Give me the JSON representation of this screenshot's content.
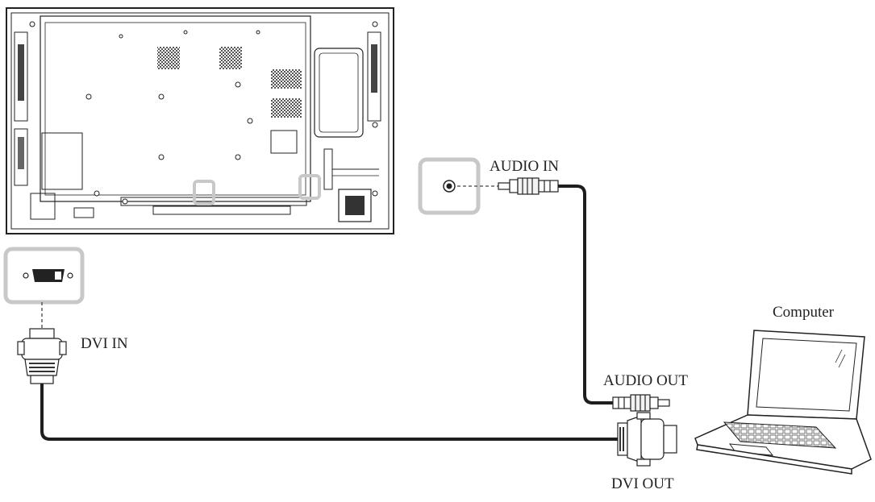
{
  "labels": {
    "audio_in": "AUDIO IN",
    "dvi_in": "DVI IN",
    "computer": "Computer",
    "audio_out": "AUDIO OUT",
    "dvi_out": "DVI OUT"
  },
  "colors": {
    "line": "#222222",
    "highlight": "#c8c8c8",
    "cable": "#1e1e1e",
    "fill_light": "#f2f2f2"
  }
}
